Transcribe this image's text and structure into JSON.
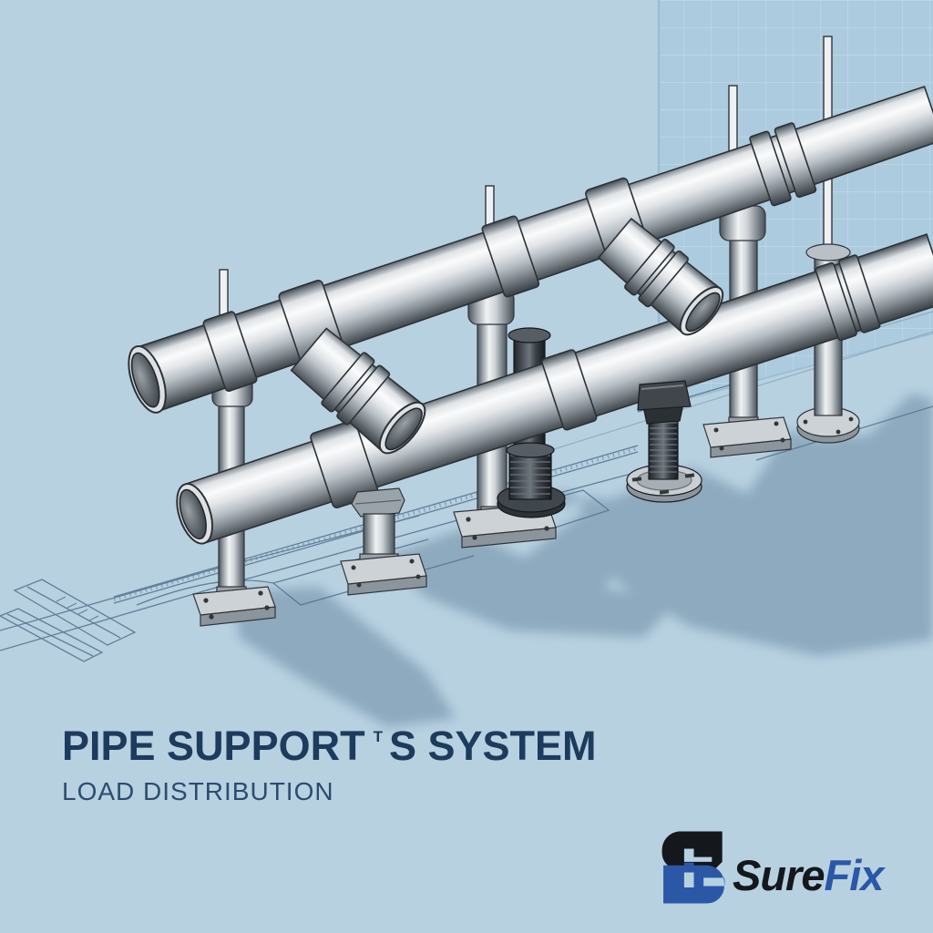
{
  "scene": {
    "type": "3d-technical-illustration",
    "subject": "Two stainless steel pipes with branch stubs mounted on vertical support posts, flanged base plates and threaded adjustable jacks",
    "backdrop": "light blue studio background with blueprint grid wall panel and CAD wireframe floor lines with cast shadows"
  },
  "title": {
    "line1_pre": "PIPE SUPPORT",
    "line1_mark": "T",
    "line1_post": "S SYSTEM",
    "line2": "LOAD DISTRIBUTION"
  },
  "logo": {
    "text_primary": "Sure",
    "text_secondary": "Fix"
  },
  "colors": {
    "background": "#b7d1e1",
    "grid_panel": "#adcbdf",
    "grid_line": "#c3dbe9",
    "grid_edge": "#97bbd2",
    "title": "#1d3b5d",
    "subtitle": "#2b4c6e",
    "logo_black": "#14181c",
    "logo_blue": "#2b57a7",
    "cad_line": "#3e5d7a",
    "shadow": "#55758f",
    "metal_light": "#f4f6f7",
    "metal_dark": "#4a5157"
  }
}
